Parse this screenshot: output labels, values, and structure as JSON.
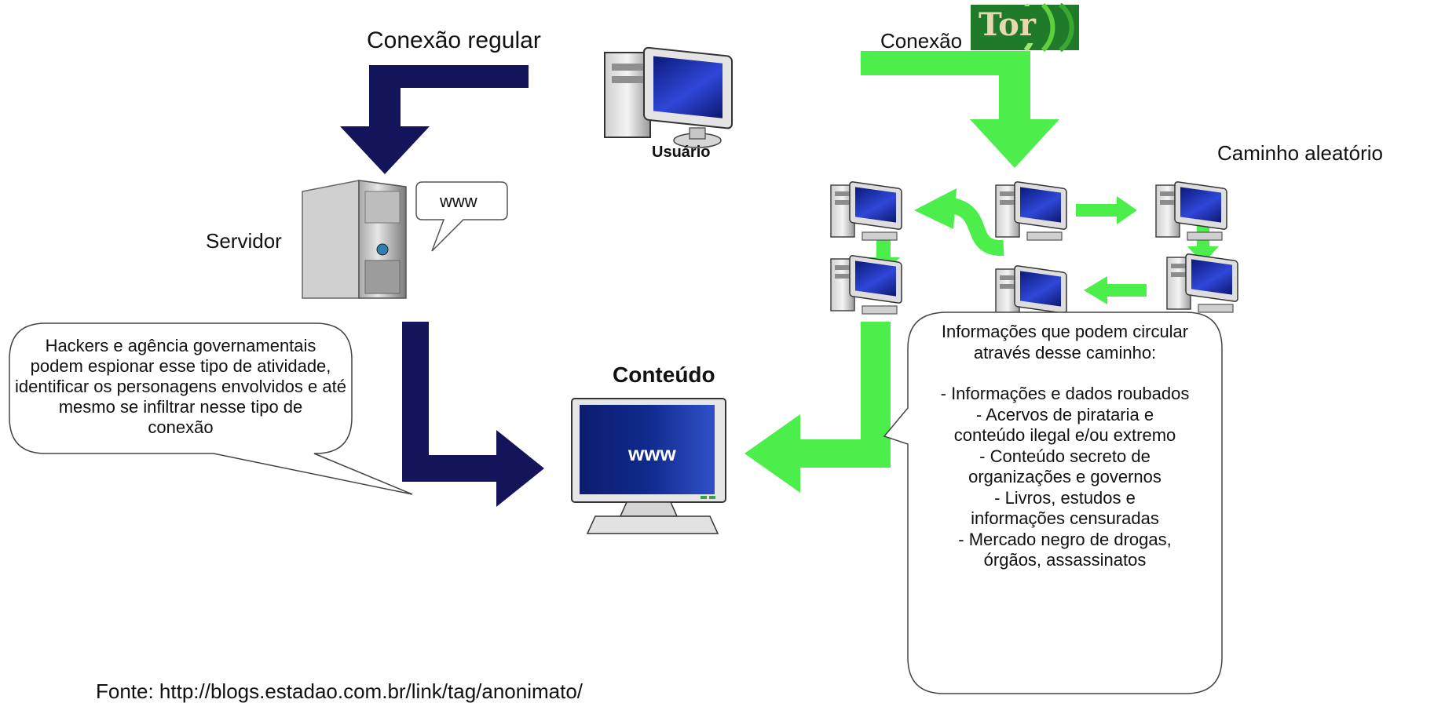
{
  "labels": {
    "regular_connection": "Conexão regular",
    "tor_connection": "Conexão",
    "random_path": "Caminho aleatório",
    "user": "Usuário",
    "server": "Servidor",
    "server_bubble": "www",
    "content": "Conteúdo",
    "content_screen": "www",
    "tor_logo": "Tor",
    "source": "Fonte: http://blogs.estadao.com.br/link/tag/anonimato/"
  },
  "callout_left": {
    "lines": [
      "Hackers e agência governamentais",
      "podem espionar esse tipo de atividade,",
      "identificar os personagens envolvidos e até",
      "mesmo se infiltrar nesse tipo de",
      "conexão"
    ]
  },
  "callout_right": {
    "lines": [
      "Informações que podem circular",
      "através desse caminho:",
      "",
      "- Informações e dados roubados",
      "- Acervos de pirataria e",
      "conteúdo ilegal e/ou extremo",
      "- Conteúdo secreto de",
      "organizações e governos",
      "- Livros, estudos e",
      "informações censuradas",
      "- Mercado negro de drogas,",
      "órgãos, assassinatos"
    ]
  },
  "colors": {
    "regular_arrow": "#14145a",
    "tor_arrow": "#4cee4c",
    "screen_blue": "#1c2fa8",
    "tor_logo_bg": "#1f7a2a"
  },
  "icons": [
    "user-computer-icon",
    "server-tower-icon",
    "speech-bubble-icon",
    "content-monitor-icon",
    "relay-computer-icon",
    "tor-logo-icon"
  ]
}
